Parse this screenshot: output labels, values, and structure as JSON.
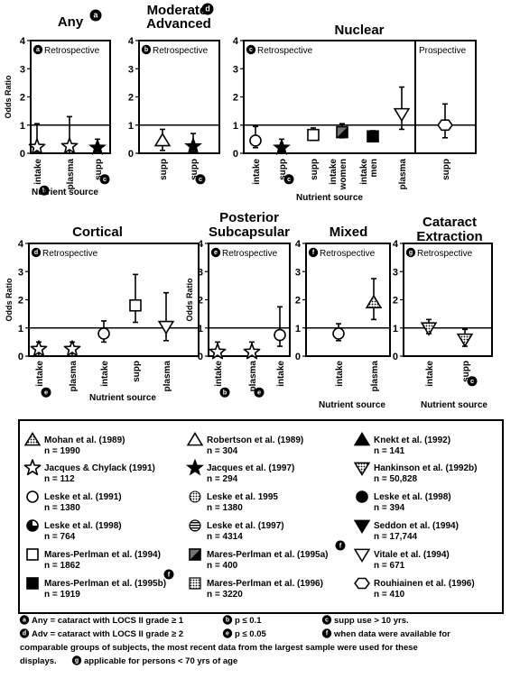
{
  "chart_data": [
    {
      "type": "scatter",
      "panel_letter": "a",
      "title": "Any",
      "title_marker": "a",
      "study_label": "Retrospective",
      "study_label_letter": "a",
      "ylabel": "Odds Ratio",
      "xlabel": "Nutrient source",
      "ylim": [
        0,
        4
      ],
      "yticks": [
        0,
        1,
        2,
        3,
        4
      ],
      "reference_line": 1,
      "categories": [
        "intake",
        "plasma",
        "supp"
      ],
      "category_markers": [
        "b",
        "",
        "c"
      ],
      "points": [
        {
          "category": "intake",
          "or": 0.22,
          "lo": 0.0,
          "hi": 1.05,
          "symbol": "star-open",
          "study": "Jacques & Chylack (1991)"
        },
        {
          "category": "plasma",
          "or": 0.25,
          "lo": 0.0,
          "hi": 1.3,
          "symbol": "star-open",
          "study": "Jacques & Chylack (1991)"
        },
        {
          "category": "supp",
          "or": 0.2,
          "lo": 0.0,
          "hi": 0.5,
          "symbol": "star-filled",
          "study": "Jacques et al. (1997)"
        }
      ]
    },
    {
      "type": "scatter",
      "panel_letter": "b",
      "title": "Moderate/ Advanced",
      "title_lines": [
        "Moderate/",
        "Advanced"
      ],
      "title_marker": "d",
      "study_label": "Retrospective",
      "study_label_letter": "b",
      "ylabel": "",
      "xlabel": "",
      "ylim": [
        0,
        4
      ],
      "yticks": [
        0,
        1,
        2,
        3,
        4
      ],
      "reference_line": 1,
      "categories": [
        "supp",
        "supp"
      ],
      "category_markers": [
        "",
        "c"
      ],
      "points": [
        {
          "category": "supp",
          "or": 0.45,
          "lo": 0.1,
          "hi": 0.85,
          "symbol": "triangle-open",
          "study": "Robertson et al. (1989)"
        },
        {
          "category": "supp",
          "or": 0.25,
          "lo": 0.05,
          "hi": 0.7,
          "symbol": "star-filled",
          "study": "Jacques et al. (1997)"
        }
      ]
    },
    {
      "type": "scatter",
      "panel_letter": "c",
      "title": "Nuclear",
      "study_label": "Retrospective",
      "study_label_letter": "c",
      "study_label_2": "Prospective",
      "ylabel": "",
      "xlabel": "Nutrient source",
      "ylim": [
        0,
        4
      ],
      "yticks": [
        0,
        1,
        2,
        3,
        4
      ],
      "reference_line": 1,
      "categories": [
        "intake",
        "supp",
        "supp",
        "intake women",
        "intake men",
        "plasma",
        "supp"
      ],
      "category_markers": [
        "",
        "c",
        "",
        "",
        "",
        "",
        ""
      ],
      "points": [
        {
          "category": "intake",
          "or": 0.45,
          "lo": 0.2,
          "hi": 0.95,
          "symbol": "circle-open",
          "study": "Leske et al. (1991)"
        },
        {
          "category": "supp",
          "or": 0.2,
          "lo": 0.05,
          "hi": 0.5,
          "symbol": "star-filled",
          "study": "Jacques et al. (1997)"
        },
        {
          "category": "supp",
          "or": 0.65,
          "lo": 0.5,
          "hi": 0.9,
          "symbol": "square-open",
          "study": "Mares-Perlman et al. (1994)"
        },
        {
          "category": "intake women",
          "or": 0.75,
          "lo": 0.55,
          "hi": 1.05,
          "symbol": "square-half",
          "study": "Mares-Perlman et al. (1995a)"
        },
        {
          "category": "intake men",
          "or": 0.6,
          "lo": 0.45,
          "hi": 0.8,
          "symbol": "square-filled",
          "study": "Mares-Perlman et al. (1995b)"
        },
        {
          "category": "plasma",
          "or": 1.4,
          "lo": 0.85,
          "hi": 2.35,
          "symbol": "triangle-down-open",
          "study": "Vitale et al. (1994)"
        },
        {
          "category": "supp",
          "or": 1.0,
          "lo": 0.55,
          "hi": 1.75,
          "symbol": "hexagon-open",
          "study": "Rouhiainen et al. (1996)",
          "period": "Prospective"
        }
      ]
    },
    {
      "type": "scatter",
      "panel_letter": "d",
      "title": "Cortical",
      "study_label": "Retrospective",
      "study_label_letter": "d",
      "ylabel": "Odds Ratio",
      "xlabel": "Nutrient source",
      "ylim": [
        0,
        4
      ],
      "yticks": [
        0,
        1,
        2,
        3,
        4
      ],
      "reference_line": 1,
      "categories": [
        "intake",
        "plasma",
        "intake",
        "supp",
        "plasma"
      ],
      "category_markers": [
        "e",
        "",
        "",
        "",
        ""
      ],
      "points": [
        {
          "category": "intake",
          "or": 0.25,
          "lo": 0.0,
          "hi": 0.5,
          "symbol": "star-open",
          "study": "Jacques & Chylack (1991)"
        },
        {
          "category": "plasma",
          "or": 0.25,
          "lo": 0.0,
          "hi": 0.5,
          "symbol": "star-open",
          "study": "Jacques & Chylack (1991)"
        },
        {
          "category": "intake",
          "or": 0.8,
          "lo": 0.5,
          "hi": 1.25,
          "symbol": "circle-open",
          "study": "Leske et al. (1991)"
        },
        {
          "category": "supp",
          "or": 1.8,
          "lo": 1.2,
          "hi": 2.9,
          "symbol": "square-open",
          "study": "Mares-Perlman et al. (1994)"
        },
        {
          "category": "plasma",
          "or": 1.05,
          "lo": 0.55,
          "hi": 2.25,
          "symbol": "triangle-down-open",
          "study": "Vitale et al. (1994)"
        }
      ]
    },
    {
      "type": "scatter",
      "panel_letter": "e",
      "title": "Posterior Subcapsular",
      "title_lines": [
        "Posterior",
        "Subcapsular"
      ],
      "study_label": "Retrospective",
      "study_label_letter": "e",
      "ylabel": "Odds Ratio",
      "xlabel": "",
      "ylim": [
        0,
        4
      ],
      "yticks": [
        0,
        1,
        2,
        3,
        4
      ],
      "reference_line": 1,
      "categories": [
        "intake",
        "plasma",
        "intake"
      ],
      "category_markers": [
        "b",
        "e",
        ""
      ],
      "points": [
        {
          "category": "intake",
          "or": 0.15,
          "lo": 0.0,
          "hi": 0.5,
          "symbol": "star-open",
          "study": "Jacques & Chylack (1991)"
        },
        {
          "category": "plasma",
          "or": 0.15,
          "lo": 0.0,
          "hi": 0.5,
          "symbol": "star-open",
          "study": "Jacques & Chylack (1991)"
        },
        {
          "category": "intake",
          "or": 0.75,
          "lo": 0.35,
          "hi": 1.75,
          "symbol": "circle-open",
          "study": "Leske et al. (1991)"
        }
      ]
    },
    {
      "type": "scatter",
      "panel_letter": "f",
      "title": "Mixed",
      "study_label": "Retrospective",
      "study_label_letter": "f",
      "ylabel": "",
      "xlabel": "Nutrient source",
      "ylim": [
        0,
        4
      ],
      "yticks": [
        0,
        1,
        2,
        3,
        4
      ],
      "reference_line": 1,
      "categories": [
        "intake",
        "plasma"
      ],
      "category_markers": [
        "",
        ""
      ],
      "points": [
        {
          "category": "intake",
          "or": 0.8,
          "lo": 0.55,
          "hi": 1.15,
          "symbol": "circle-open",
          "study": "Leske et al. (1991)"
        },
        {
          "category": "plasma",
          "or": 1.9,
          "lo": 1.3,
          "hi": 2.75,
          "symbol": "triangle-dotted",
          "study": "Mohan et al. (1989)"
        }
      ]
    },
    {
      "type": "scatter",
      "panel_letter": "g",
      "title": "Cataract Extraction",
      "title_lines": [
        "Cataract",
        "Extraction"
      ],
      "study_label": "Retrospective",
      "study_label_letter": "g",
      "ylabel": "",
      "xlabel": "Nutrient source",
      "ylim": [
        0,
        4
      ],
      "yticks": [
        0,
        1,
        2,
        3,
        4
      ],
      "reference_line": 1,
      "categories": [
        "intake",
        "supp"
      ],
      "category_markers": [
        "",
        "c"
      ],
      "points": [
        {
          "category": "intake",
          "or": 1.0,
          "lo": 0.8,
          "hi": 1.3,
          "symbol": "triangle-down-dotted",
          "study": "Hankinson et al. (1992b)"
        },
        {
          "category": "supp",
          "or": 0.6,
          "lo": 0.35,
          "hi": 0.95,
          "symbol": "triangle-down-dotted",
          "study": "Hankinson et al. (1992b)"
        }
      ]
    }
  ],
  "legend": [
    {
      "symbol": "triangle-dotted",
      "study": "Mohan et al. (1989)",
      "n": "n = 1990"
    },
    {
      "symbol": "triangle-open",
      "study": "Robertson et al. (1989)",
      "n": "n = 304"
    },
    {
      "symbol": "triangle-filled",
      "study": "Knekt et al. (1992)",
      "n": "n = 141"
    },
    {
      "symbol": "star-open",
      "study": "Jacques & Chylack (1991)",
      "n": "n = 112"
    },
    {
      "symbol": "star-filled",
      "study": "Jacques et al. (1997)",
      "n": "n = 294"
    },
    {
      "symbol": "triangle-down-dotted",
      "study": "Hankinson et al. (1992b)",
      "n": "n = 50,828"
    },
    {
      "symbol": "circle-open",
      "study": "Leske et al. (1991)",
      "n": "n = 1380"
    },
    {
      "symbol": "circle-dotted",
      "study": "Leske et al. 1995",
      "n": "n = 1380"
    },
    {
      "symbol": "circle-filled",
      "study": "Leske et al. (1998)",
      "n": "n = 394"
    },
    {
      "symbol": "circle-quarter",
      "study": "Leske et al. (1998)",
      "n": "n = 764"
    },
    {
      "symbol": "circle-striped",
      "study": "Leske et al. (1997)",
      "n": "n = 4314"
    },
    {
      "symbol": "triangle-down-filled",
      "study": "Seddon et al. (1994)",
      "n": "n = 17,744"
    },
    {
      "symbol": "square-open",
      "study": "Mares-Perlman et al. (1994)",
      "n": "n = 1862"
    },
    {
      "symbol": "square-half",
      "study": "Mares-Perlman et al. (1995a)",
      "n": "n = 400",
      "marker": "f"
    },
    {
      "symbol": "triangle-down-open",
      "study": "Vitale et al. (1994)",
      "n": "n = 671"
    },
    {
      "symbol": "square-filled",
      "study": "Mares-Perlman et al. (1995b)",
      "n": "n = 1919",
      "marker": "f"
    },
    {
      "symbol": "square-dotted",
      "study": "Mares-Perlman et al. (1996)",
      "n": "n = 3220"
    },
    {
      "symbol": "hexagon-open",
      "study": "Rouhiainen et al. (1996)",
      "n": "n = 410"
    }
  ],
  "footnotes": {
    "a": "Any = cataract with LOCS II grade ≥ 1",
    "b": "p ≤ 0.1",
    "c": "supp use > 10 yrs.",
    "d": "Adv = cataract with LOCS II grade ≥ 2",
    "e": "p ≤ 0.05",
    "f_lines": [
      "when data were available for",
      "comparable groups of subjects, the most recent data from the largest sample were used for these",
      "displays."
    ],
    "g": "applicable for persons < 70 yrs of age"
  }
}
